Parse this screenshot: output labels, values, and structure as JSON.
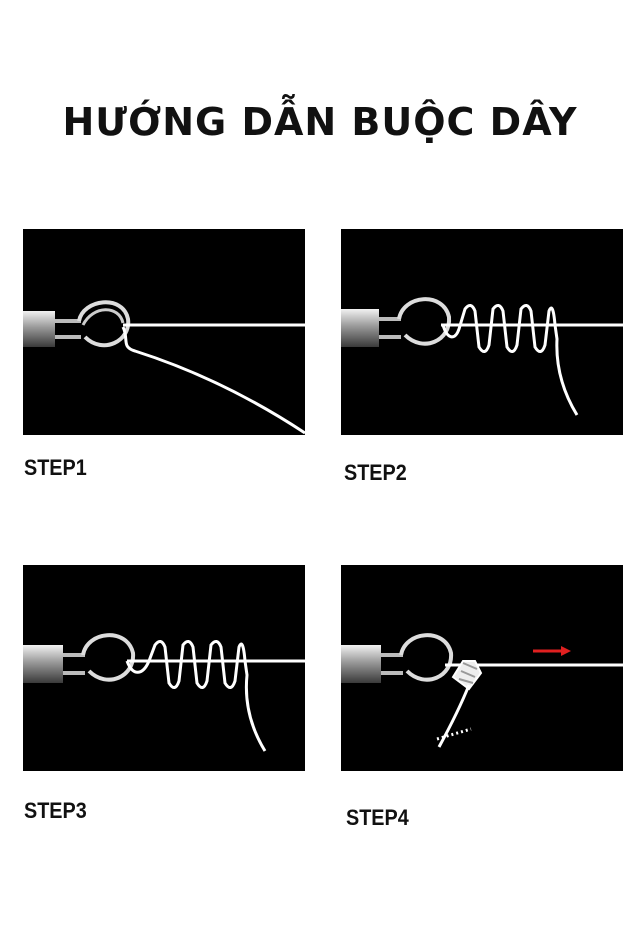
{
  "title": "HƯỚNG DẪN BUỘC DÂY",
  "steps": [
    {
      "label": "STEP1"
    },
    {
      "label": "STEP2"
    },
    {
      "label": "STEP3"
    },
    {
      "label": "STEP4"
    }
  ],
  "colors": {
    "background": "#ffffff",
    "panel": "#000000",
    "line": "#ffffff",
    "arrow": "#e02020",
    "text": "#111111"
  }
}
